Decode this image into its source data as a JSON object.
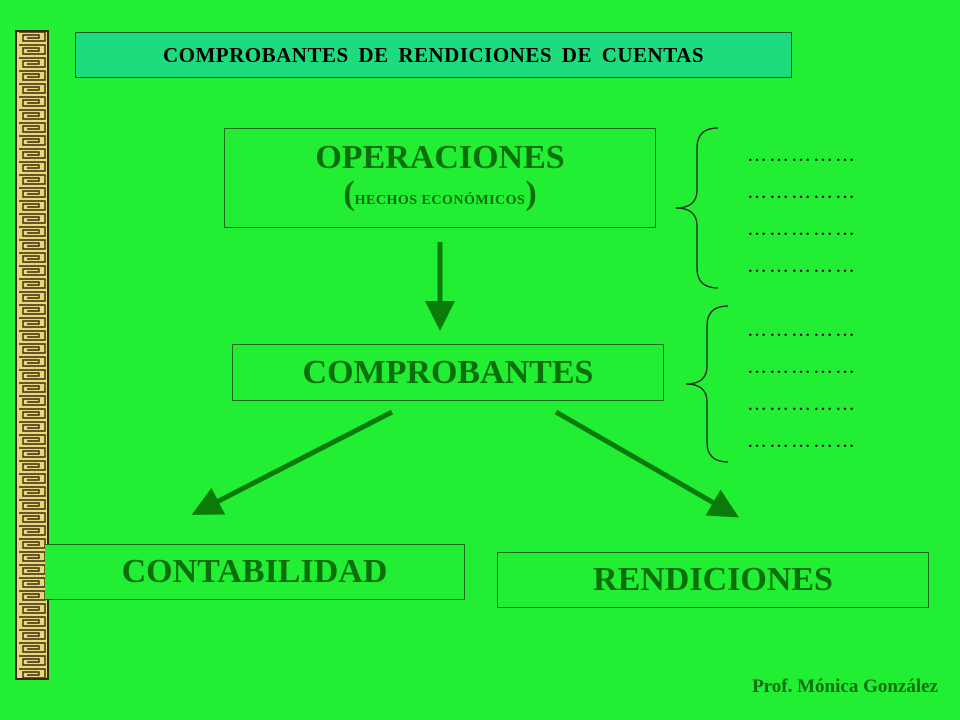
{
  "title": "COMPROBANTES DE  RENDICIONES DE  CUENTAS",
  "operaciones": {
    "label": "OPERACIONES",
    "open_paren": "(",
    "sub": "HECHOS ECONÓMICOS",
    "close_paren": ")"
  },
  "comprobantes": "COMPROBANTES",
  "contabilidad": "CONTABILIDAD",
  "rendiciones": "RENDICIONES",
  "dots_group_1": [
    "……………",
    "……………",
    "……………",
    "……………"
  ],
  "dots_group_2": [
    "……………",
    "……………",
    "……………",
    "……………"
  ],
  "credit": "Prof. Mónica González",
  "colors": {
    "background": "#22ee33",
    "text_green": "#0a6e0a",
    "arrow_green": "#0a7a0a",
    "title_bg": "#1edc7e",
    "border_strip": "#e9d77c"
  }
}
